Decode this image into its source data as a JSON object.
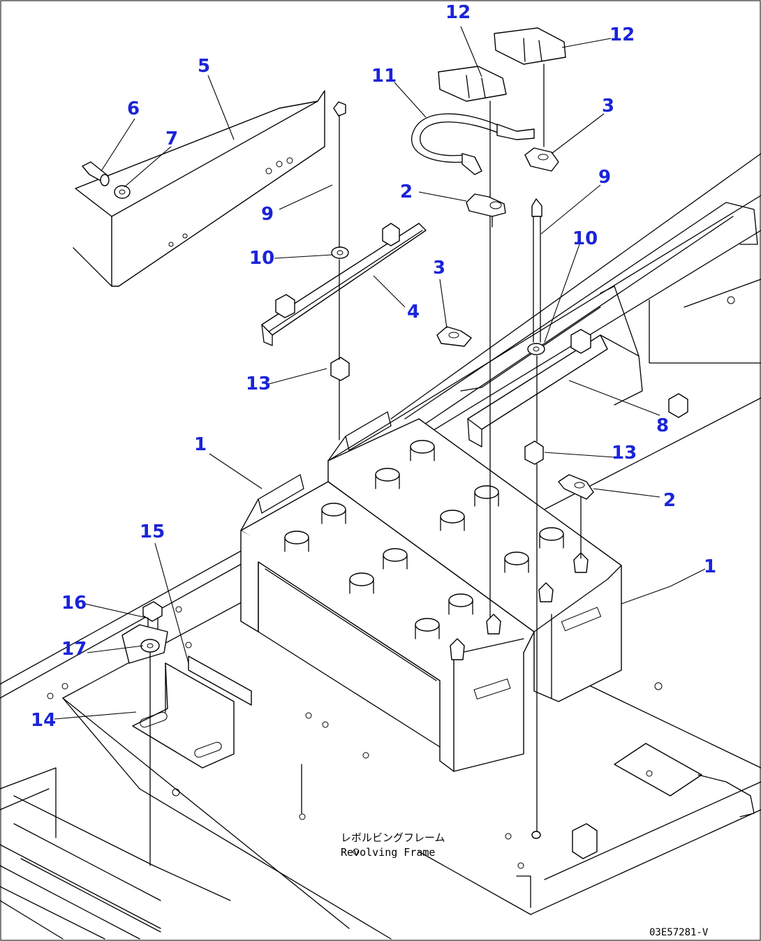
{
  "callouts": [
    {
      "label": "1",
      "part": "battery"
    },
    {
      "label": "1",
      "part": "battery"
    },
    {
      "label": "2",
      "part": "terminal"
    },
    {
      "label": "2",
      "part": "terminal"
    },
    {
      "label": "3",
      "part": "terminal"
    },
    {
      "label": "3",
      "part": "terminal"
    },
    {
      "label": "4",
      "part": "bracket"
    },
    {
      "label": "5",
      "part": "cover"
    },
    {
      "label": "6",
      "part": "bolt"
    },
    {
      "label": "7",
      "part": "washer"
    },
    {
      "label": "8",
      "part": "bracket"
    },
    {
      "label": "9",
      "part": "rod"
    },
    {
      "label": "9",
      "part": "rod"
    },
    {
      "label": "10",
      "part": "washer"
    },
    {
      "label": "10",
      "part": "washer"
    },
    {
      "label": "11",
      "part": "cable"
    },
    {
      "label": "12",
      "part": "cap"
    },
    {
      "label": "12",
      "part": "cap"
    },
    {
      "label": "13",
      "part": "nut"
    },
    {
      "label": "13",
      "part": "nut"
    },
    {
      "label": "14",
      "part": "plate"
    },
    {
      "label": "15",
      "part": "pad"
    },
    {
      "label": "16",
      "part": "bolt"
    },
    {
      "label": "17",
      "part": "washer"
    }
  ],
  "frame_label_jp": "レボルビングフレーム",
  "frame_label_en": "Revolving Frame",
  "drawing_code": "03E57281-V",
  "colors": {
    "callout": "#1a24d8",
    "line": "#000000",
    "background": "#ffffff"
  }
}
